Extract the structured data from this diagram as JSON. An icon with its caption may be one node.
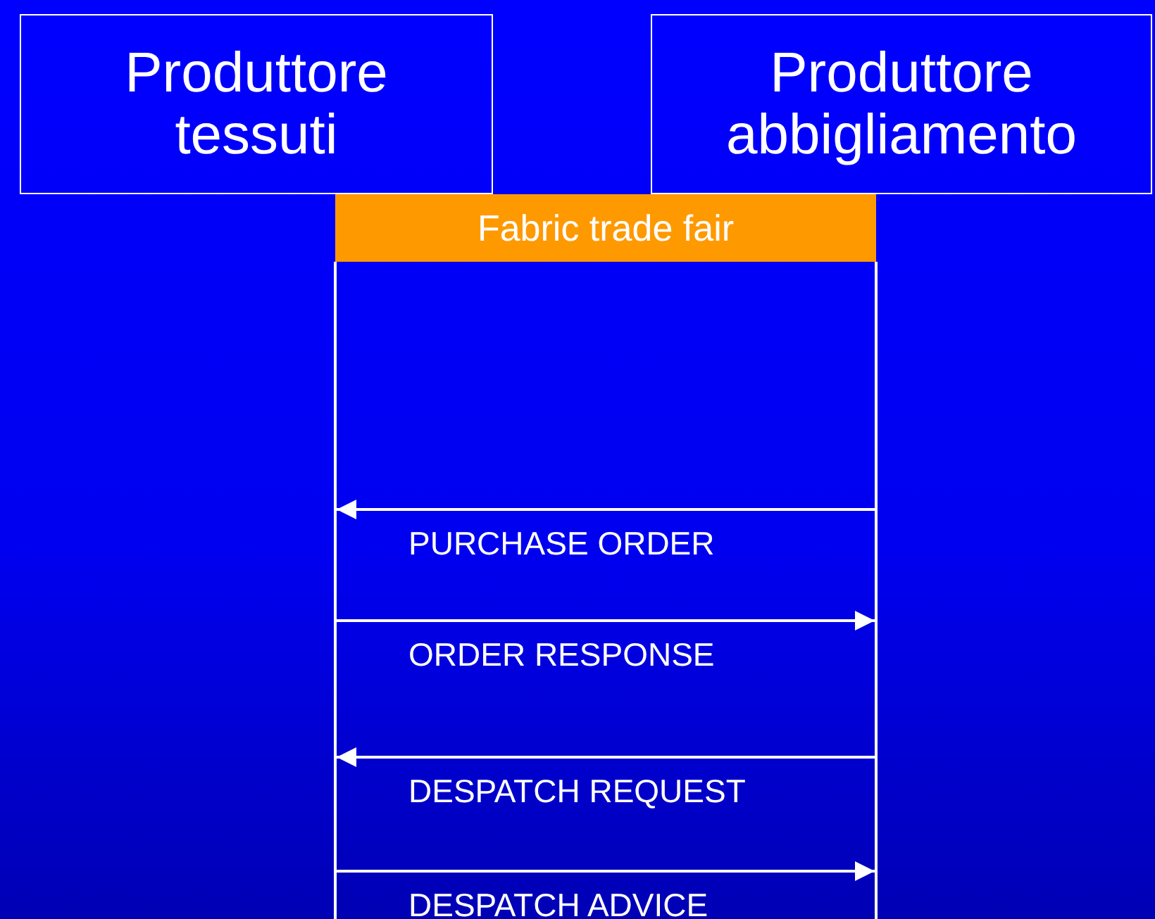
{
  "diagram": {
    "nodes": [
      {
        "text": [
          "Produttore tessuti"
        ]
      },
      {
        "text": [
          "Produttore abbigliamento"
        ]
      },
      {
        "text": [
          "Fabric trade fair"
        ]
      },
      {
        "text": [],
        "shape": "bar"
      },
      {
        "text": [],
        "shape": "bar"
      }
    ],
    "edges": [
      {
        "from": 4,
        "to": 3,
        "arrow": "to",
        "label": "PURCHASE ORDER"
      },
      {
        "from": 3,
        "to": 4,
        "arrow": "to",
        "label": "ORDER RESPONSE"
      },
      {
        "from": 4,
        "to": 3,
        "arrow": "to",
        "label": "DESPATCH REQUEST"
      },
      {
        "from": 3,
        "to": 4,
        "arrow": "to",
        "label": "DESPATCH ADVICE"
      }
    ]
  }
}
